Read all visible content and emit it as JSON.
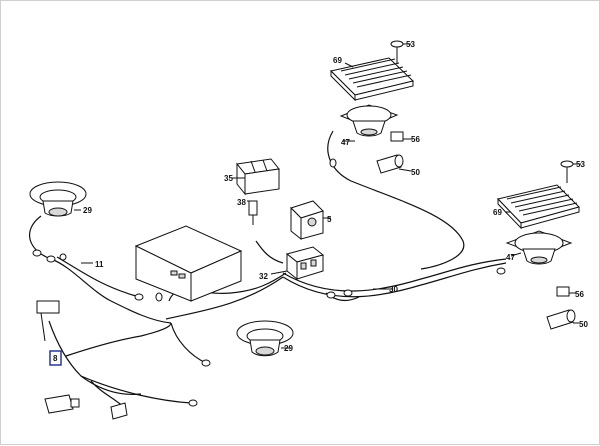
{
  "diagram": {
    "callouts": {
      "speaker_left": "29",
      "speaker_center": "29",
      "speaker_top": "47",
      "speaker_right": "47",
      "grille_top": "69",
      "grille_right": "69",
      "screw_top": "53",
      "screw_right": "53",
      "nut_top": "56",
      "nut_right": "56",
      "filter_top": "50",
      "filter_right": "50",
      "relay": "35",
      "clip": "38",
      "connector_block": "5",
      "connector_lower": "32",
      "harness_main": "30",
      "harness_left": "11",
      "harness_selected": "8"
    }
  }
}
